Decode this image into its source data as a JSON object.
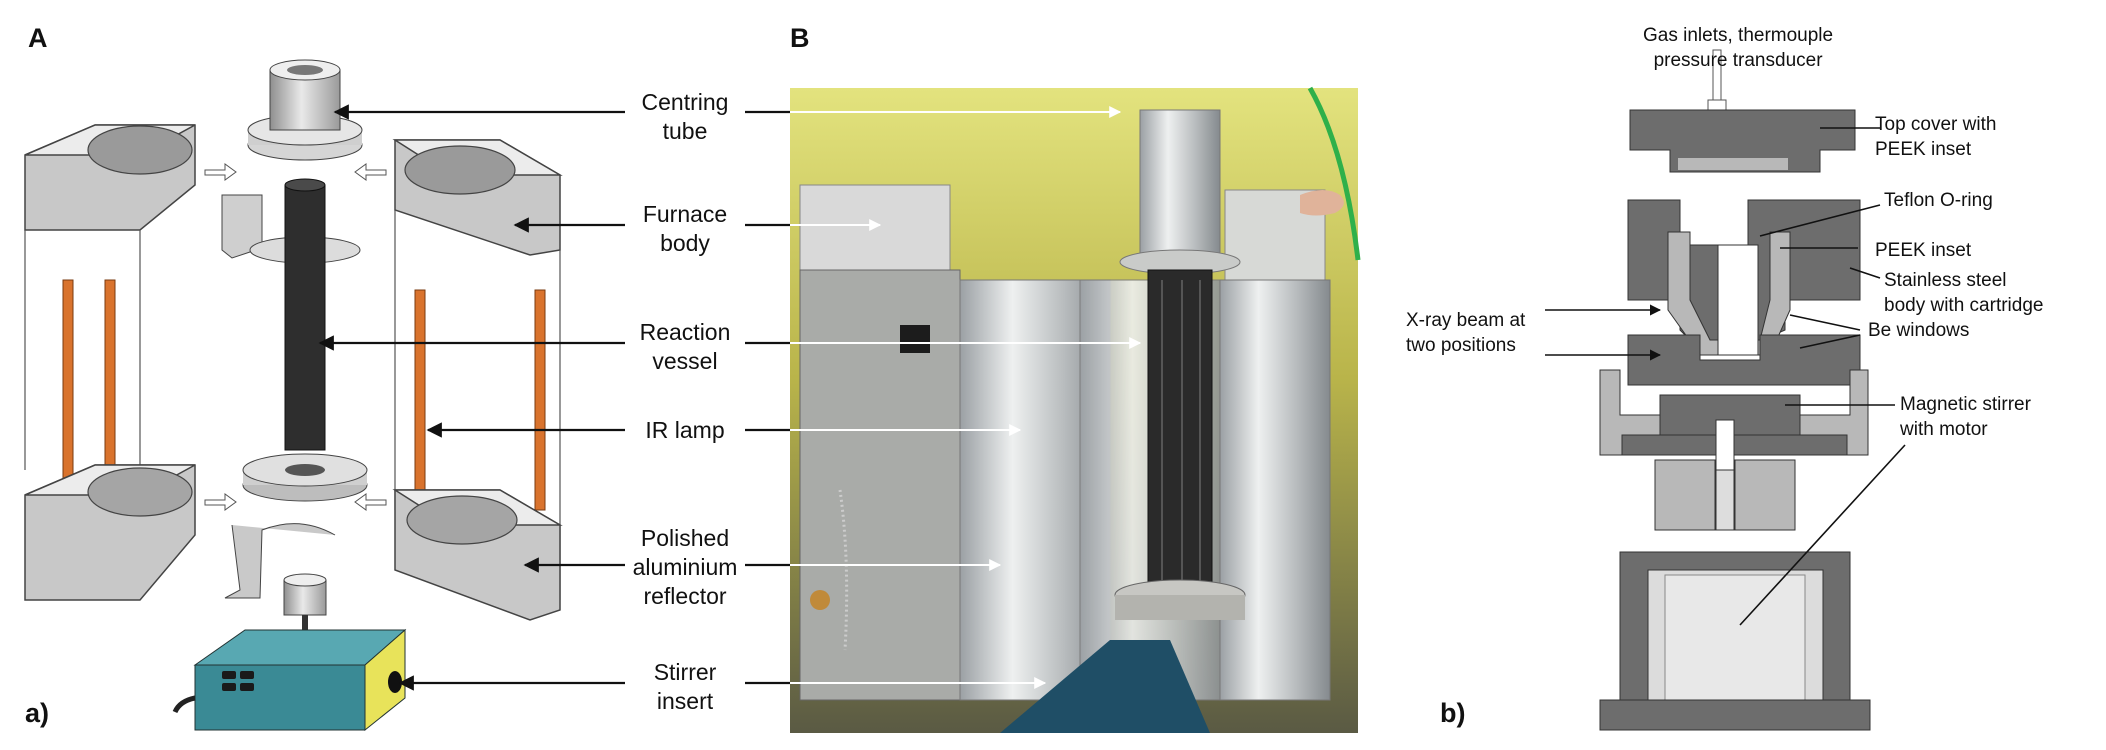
{
  "panels": {
    "A": "A",
    "B": "B",
    "a": "a)",
    "b": "b)"
  },
  "callouts": [
    {
      "id": "centring-tube",
      "lines": [
        "Centring",
        "tube"
      ]
    },
    {
      "id": "furnace-body",
      "lines": [
        "Furnace",
        "body"
      ]
    },
    {
      "id": "reaction-vessel",
      "lines": [
        "Reaction",
        "vessel"
      ]
    },
    {
      "id": "ir-lamp",
      "lines": [
        "IR lamp"
      ]
    },
    {
      "id": "reflector",
      "lines": [
        "Polished",
        "aluminium",
        "reflector"
      ]
    },
    {
      "id": "stirrer-insert",
      "lines": [
        "Stirrer",
        "insert"
      ]
    }
  ],
  "cell_labels": {
    "gas_inlets": [
      "Gas inlets, thermouple",
      "pressure transducer"
    ],
    "top_cover": [
      "Top cover with",
      "PEEK inset"
    ],
    "teflon": [
      "Teflon O-ring"
    ],
    "peek": [
      "PEEK inset"
    ],
    "steel": [
      "Stainless steel",
      "body with cartridge"
    ],
    "xray": [
      "X-ray beam at",
      "two positions"
    ],
    "be_windows": [
      "Be windows"
    ],
    "stirrer": [
      "Magnetic stirrer",
      "with motor"
    ]
  },
  "colors": {
    "metal_light": "#dadada",
    "metal_mid": "#a9a9a9",
    "lamp": "#d9732d",
    "vessel": "#2e2e2e",
    "motor_box": "#3a8a95",
    "box_panel": "#e8e35a",
    "cell_dark": "#6d6d6d",
    "cell_light": "#b8b8b8",
    "photo_bg": "#c6c04d"
  }
}
